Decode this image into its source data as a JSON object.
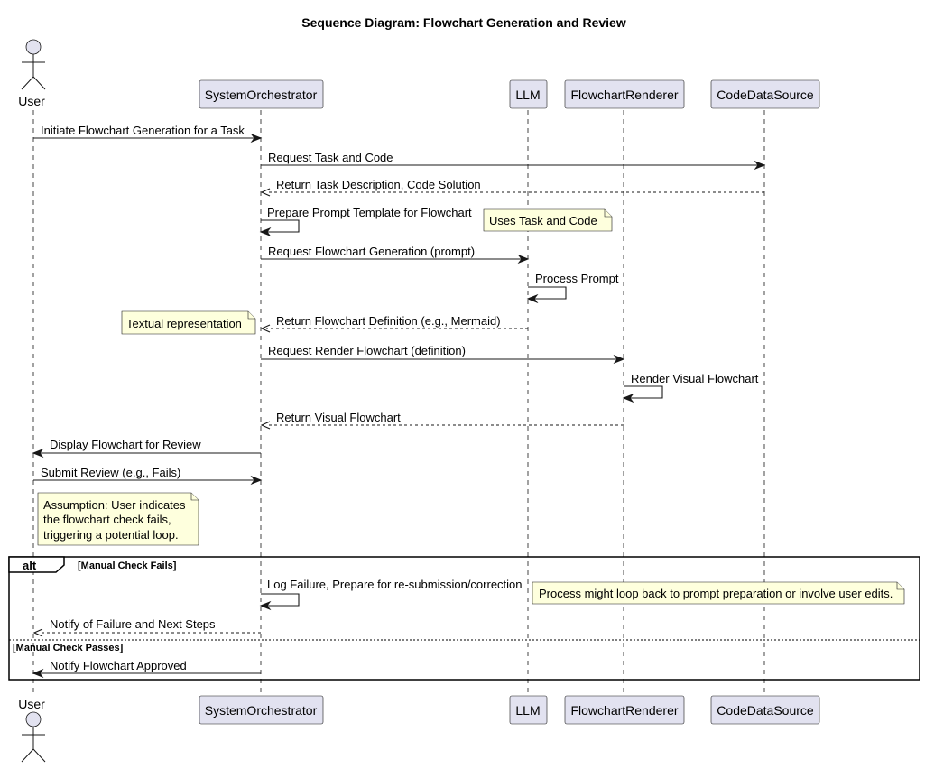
{
  "title": "Sequence Diagram: Flowchart Generation and Review",
  "participants": [
    {
      "id": "user",
      "label": "User",
      "kind": "actor"
    },
    {
      "id": "sys",
      "label": "SystemOrchestrator",
      "kind": "participant"
    },
    {
      "id": "llm",
      "label": "LLM",
      "kind": "participant"
    },
    {
      "id": "fr",
      "label": "FlowchartRenderer",
      "kind": "participant"
    },
    {
      "id": "cds",
      "label": "CodeDataSource",
      "kind": "participant"
    }
  ],
  "messages": [
    {
      "from": "user",
      "to": "sys",
      "label": "Initiate Flowchart Generation for a Task",
      "style": "solid"
    },
    {
      "from": "sys",
      "to": "cds",
      "label": "Request Task and Code",
      "style": "solid"
    },
    {
      "from": "cds",
      "to": "sys",
      "label": "Return Task Description, Code Solution",
      "style": "dashed"
    },
    {
      "from": "sys",
      "to": "sys",
      "label": "Prepare Prompt Template for Flowchart",
      "style": "solid"
    },
    {
      "from": "sys",
      "to": "llm",
      "label": "Request Flowchart Generation (prompt)",
      "style": "solid"
    },
    {
      "from": "llm",
      "to": "llm",
      "label": "Process Prompt",
      "style": "solid"
    },
    {
      "from": "llm",
      "to": "sys",
      "label": "Return Flowchart Definition (e.g., Mermaid)",
      "style": "dashed"
    },
    {
      "from": "sys",
      "to": "fr",
      "label": "Request Render Flowchart (definition)",
      "style": "solid"
    },
    {
      "from": "fr",
      "to": "fr",
      "label": "Render Visual Flowchart",
      "style": "solid"
    },
    {
      "from": "fr",
      "to": "sys",
      "label": "Return Visual Flowchart",
      "style": "dashed"
    },
    {
      "from": "sys",
      "to": "user",
      "label": "Display Flowchart for Review",
      "style": "solid"
    },
    {
      "from": "user",
      "to": "sys",
      "label": "Submit Review (e.g., Fails)",
      "style": "solid"
    },
    {
      "from": "sys",
      "to": "sys",
      "label": "Log Failure, Prepare for re-submission/correction",
      "style": "solid"
    },
    {
      "from": "sys",
      "to": "user",
      "label": "Notify of Failure and Next Steps",
      "style": "dashed"
    },
    {
      "from": "sys",
      "to": "user",
      "label": "Notify Flowchart Approved",
      "style": "solid"
    }
  ],
  "notes": [
    {
      "lines": [
        "Uses Task and Code"
      ]
    },
    {
      "lines": [
        "Textual representation"
      ]
    },
    {
      "lines": [
        "Assumption: User indicates",
        "the flowchart check fails,",
        "triggering a potential loop."
      ]
    },
    {
      "lines": [
        "Process might loop back to prompt preparation or involve user edits."
      ]
    }
  ],
  "alt": {
    "keyword": "alt",
    "guard1": "[Manual Check Fails]",
    "guard2": "[Manual Check Passes]"
  }
}
